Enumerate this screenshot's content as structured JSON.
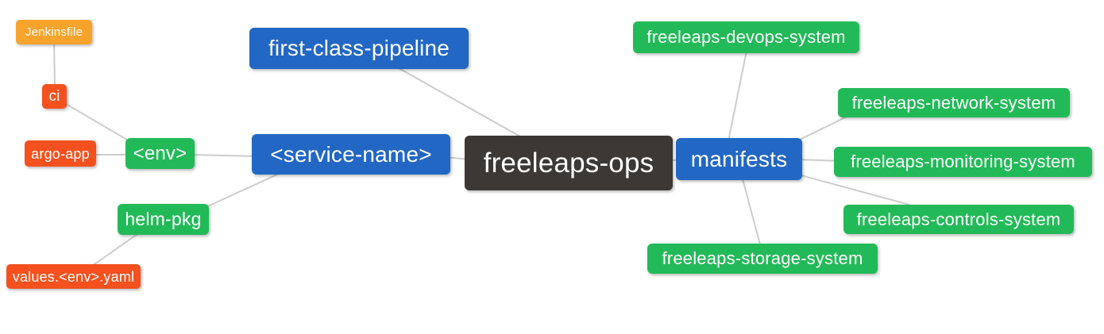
{
  "diagram": {
    "type": "mindmap",
    "background": "#ffffff",
    "connector_color": "#cccccc",
    "palette": {
      "root": "#3b3835",
      "level2": "#2267c4",
      "level3": "#22ba58",
      "level4": "#f4511e",
      "level5": "#f8a32b"
    },
    "nodes": [
      {
        "id": "jenkinsfile",
        "label": "Jenkinsfile",
        "color_role": "level5"
      },
      {
        "id": "ci",
        "label": "ci",
        "color_role": "level4"
      },
      {
        "id": "argo-app",
        "label": "argo-app",
        "color_role": "level4"
      },
      {
        "id": "env",
        "label": "<env>",
        "color_role": "level3"
      },
      {
        "id": "first-class-pipeline",
        "label": "first-class-pipeline",
        "color_role": "level2"
      },
      {
        "id": "service-name",
        "label": "<service-name>",
        "color_role": "level2"
      },
      {
        "id": "freeleaps-ops",
        "label": "freeleaps-ops",
        "color_role": "root"
      },
      {
        "id": "manifests",
        "label": "manifests",
        "color_role": "level2"
      },
      {
        "id": "devops-system",
        "label": "freeleaps-devops-system",
        "color_role": "level3"
      },
      {
        "id": "network-system",
        "label": "freeleaps-network-system",
        "color_role": "level3"
      },
      {
        "id": "monitoring-system",
        "label": "freeleaps-monitoring-system",
        "color_role": "level3"
      },
      {
        "id": "controls-system",
        "label": "freeleaps-controls-system",
        "color_role": "level3"
      },
      {
        "id": "storage-system",
        "label": "freeleaps-storage-system",
        "color_role": "level3"
      },
      {
        "id": "helm-pkg",
        "label": "helm-pkg",
        "color_role": "level3"
      },
      {
        "id": "values-yaml",
        "label": "values.<env>.yaml",
        "color_role": "level4"
      }
    ],
    "edges": [
      [
        "jenkinsfile",
        "ci"
      ],
      [
        "ci",
        "env"
      ],
      [
        "argo-app",
        "env"
      ],
      [
        "env",
        "service-name"
      ],
      [
        "first-class-pipeline",
        "freeleaps-ops"
      ],
      [
        "service-name",
        "freeleaps-ops"
      ],
      [
        "service-name",
        "helm-pkg"
      ],
      [
        "helm-pkg",
        "values-yaml"
      ],
      [
        "freeleaps-ops",
        "manifests"
      ],
      [
        "manifests",
        "devops-system"
      ],
      [
        "manifests",
        "network-system"
      ],
      [
        "manifests",
        "monitoring-system"
      ],
      [
        "manifests",
        "controls-system"
      ],
      [
        "manifests",
        "storage-system"
      ]
    ]
  }
}
